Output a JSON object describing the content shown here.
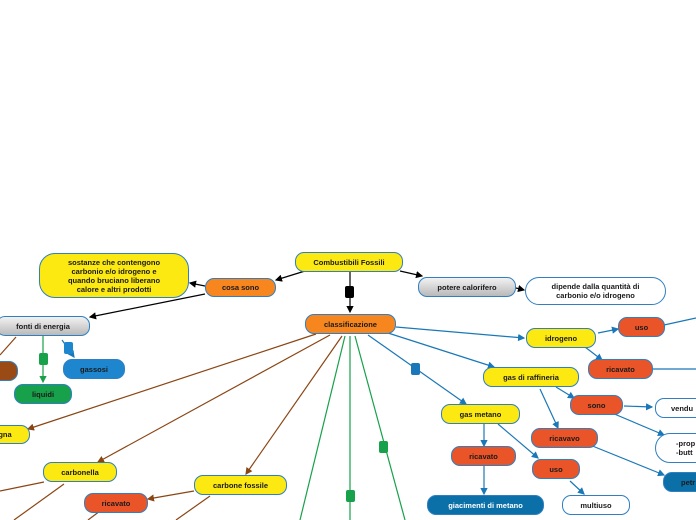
{
  "root": "Combustibili Fossili",
  "nodes": {
    "cosa_sono": "cosa sono",
    "definizione": "sostanze che contengono carbonio e/o idrogeno e quando bruciano liberano calore e altri prodotti",
    "potere_calorifero": "potere calorifero",
    "dipende": "dipende dalla quantità di carbonio e/o idrogeno",
    "classificazione": "classificazione",
    "fonti_di_energia": "fonti di energia",
    "gassosi": "gassosi",
    "liquidi": "liquidi",
    "lignite_partial": "gna",
    "carbonella": "carbonella",
    "ricavato_carbonella": "ricavato",
    "carbone_fossile": "carbone fossile",
    "idrogeno": "idrogeno",
    "uso_idrogeno": "uso",
    "ricavato_idrogeno": "ricavato",
    "gas_di_raffineria": "gas di raffineria",
    "sono": "sono",
    "vendu_partial": "vendu",
    "prop_butt_partial": "-prop\n-butt",
    "petr_partial": "petr",
    "ricavavo": "ricavavo",
    "gas_metano": "gas metano",
    "ricavato_metano": "ricavato",
    "uso_metano": "uso",
    "giacimenti": "giacimenti di metano",
    "multiuso": "multiuso"
  },
  "colors": {
    "yellow": "#fbe911",
    "orange": "#f7861f",
    "red": "#ea5429",
    "blue_line": "#1a78b8",
    "green_line": "#17a14a",
    "brown_line": "#8b4513",
    "black_line": "#000000"
  }
}
